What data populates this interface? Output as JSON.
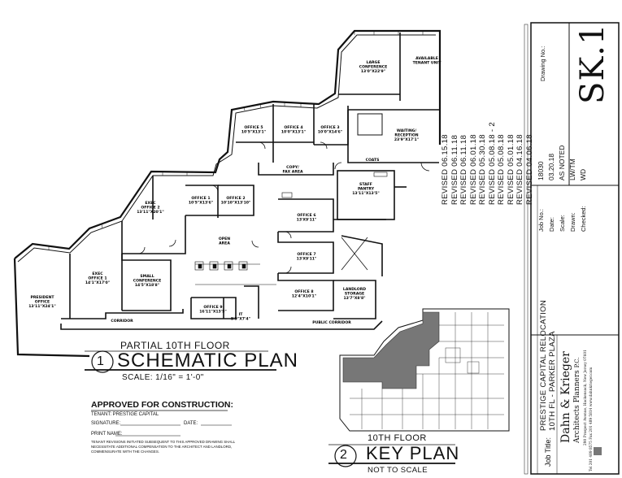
{
  "plan": {
    "rooms": {
      "office5": [
        "OFFICE 5",
        "10'5\"X13'1\""
      ],
      "office4": [
        "OFFICE 4",
        "10'0\"X13'1\""
      ],
      "office3": [
        "OFFICE 3",
        "10'0\"X14'6\""
      ],
      "large_conf": [
        "LARGE",
        "CONFERENCE",
        "13'0\"X22'9\""
      ],
      "available": [
        "AVAILABLE",
        "TENANT UNIT"
      ],
      "waiting": [
        "WAITING/",
        "RECEPTION",
        "23'9\"X17'1\""
      ],
      "coats": "COATS",
      "copy": [
        "COPY/",
        "FAX AREA"
      ],
      "staff": [
        "STAFF",
        "PANTRY",
        "13'11\"X13'5\""
      ],
      "office6": [
        "OFFICE 6",
        "13'X9'11\""
      ],
      "office7": [
        "OFFICE 7",
        "13'X9'11\""
      ],
      "office8": [
        "OFFICE 8",
        "12'4\"X10'1\""
      ],
      "landlord": [
        "LANDLORD",
        "STORAGE",
        "13'7\"X8'8\""
      ],
      "exec2": [
        "EXEC",
        "OFFICE 2",
        "13'11\"X20'1\""
      ],
      "office1": [
        "OFFICE 1",
        "10'5\"X13'6\""
      ],
      "office2": [
        "OFFICE 2",
        "10'10\"X13'10\""
      ],
      "open": [
        "OPEN",
        "AREA"
      ],
      "exec1": [
        "EXEC",
        "OFFICE 1",
        "14'1\"X17'0\""
      ],
      "small_conf": [
        "SMALL",
        "CONFERENCE",
        "14'5\"X18'8\""
      ],
      "office9": [
        "OFFICE 9",
        "16'11\"X13'5\""
      ],
      "it": [
        "IT",
        "5'9\"X7'4\""
      ],
      "president": [
        "PRESIDENT",
        "OFFICE",
        "13'11\"X24'1\""
      ],
      "corridor": "CORRIDOR",
      "public_corridor": "PUBLIC CORRIDOR"
    },
    "revisions": [
      "REVISED 06.15.18",
      "REVISED 06.11.18",
      "REVISED 06.11.18",
      "REVISED 06.01.18",
      "REVISED 05.30.18",
      "REVISED 05.08.18 - 2",
      "REVISED 05.08.18",
      "REVISED 05.01.18",
      "REVISED 04.16.18",
      "REVISED 04.06.18"
    ]
  },
  "schematic": {
    "number": "1",
    "subtitle": "PARTIAL 10TH FLOOR",
    "title": "SCHEMATIC PLAN",
    "scale": "SCALE: 1/16\" = 1'-0\""
  },
  "approval": {
    "title": "APPROVED FOR CONSTRUCTION:",
    "tenant": "TENANT: PRESTIGE CAPITAL",
    "signature": "SIGNATURE:",
    "date": "DATE:",
    "print_name": "PRINT NAME:",
    "note": "TENANT REVISIONS INITIATED SUBSEQUENT TO THIS APPROVED DRAWING SHALL NECESSITATE ADDITIONAL COMPENSATION TO THE ARCHITECT AND LANDLORD, COMMENSURATE WITH THE CHANGES."
  },
  "keyplan": {
    "number": "2",
    "subtitle": "10TH FLOOR",
    "title": "KEY PLAN",
    "scale": "NOT TO SCALE"
  },
  "titleblock": {
    "drawing_no_label": "Drawing No.:",
    "drawing_no": "SK.1",
    "job_no_label": "Job No.:",
    "job_no": "18030",
    "date_label": "Date:",
    "date": "03.20.18",
    "scale_label": "Scale:",
    "scale": "AS NOTED",
    "drawn_label": "Drawn:",
    "drawn": "LW/TM",
    "checked_label": "Checked:",
    "checked": "WD",
    "job_title_label": "Job Title:",
    "job_title_1": "PRESTIGE CAPITAL RELOCATION",
    "job_title_2": "10TH FL - PARKER PLAZA",
    "firm": "Dahn & Krieger",
    "firm_sub": "Architects Planners",
    "firm_pc": "P.C.",
    "address": "290 Prospect Avenue, Hackensack, New Jersey 07601",
    "contact": "Tel 201 489 8575 Fax 201 489 5814 www.dahnkrieger.com"
  }
}
